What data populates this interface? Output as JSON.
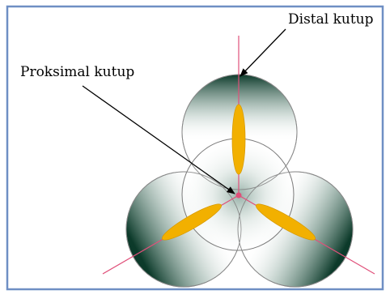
{
  "labels": {
    "distal": "Distal kutup",
    "proximal": "Proksimal kutup"
  },
  "colors": {
    "frame": "#6f8fc4",
    "axis": "#e0507a",
    "petal": "#f2b000",
    "petal_edge": "#d89a00",
    "shade_dark": "#0c3a2a",
    "circle_outline": "#7a7a7a",
    "arrow": "#000000"
  },
  "lobes": [
    "top",
    "bottom-left",
    "bottom-right"
  ]
}
